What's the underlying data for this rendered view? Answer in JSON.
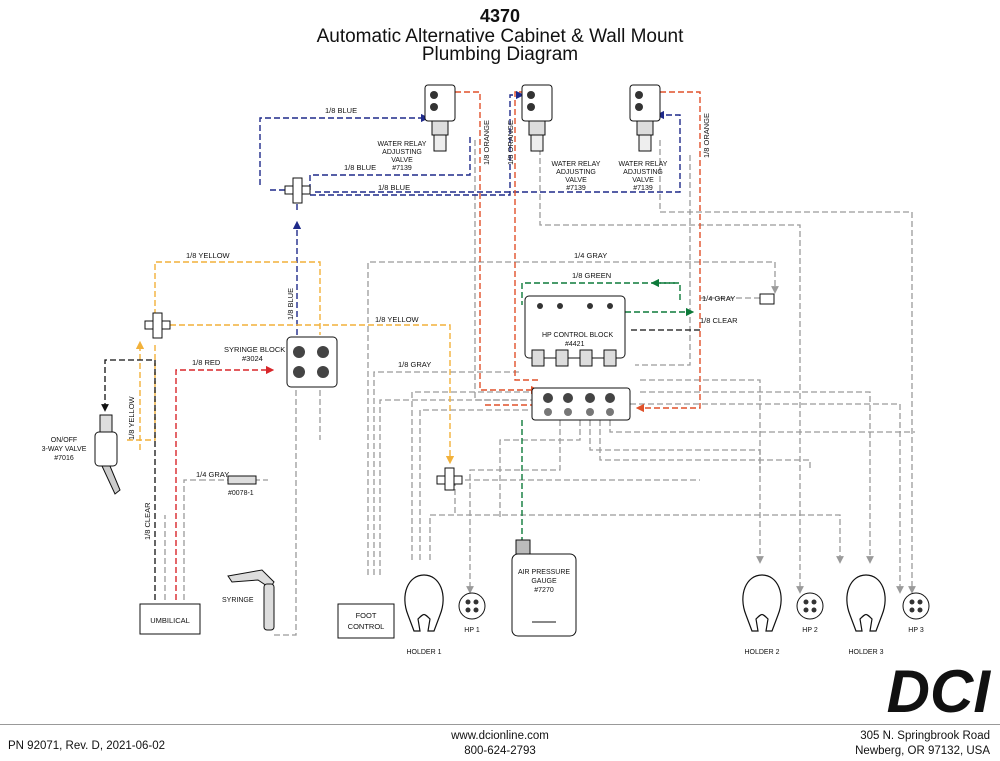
{
  "header": {
    "model": "4370",
    "title_line1": "Automatic Alternative Cabinet & Wall Mount",
    "title_line2": "Plumbing Diagram"
  },
  "colors": {
    "blue": "#1f2a8a",
    "orange": "#e0512a",
    "yellow": "#f2b13a",
    "red": "#d8262a",
    "green": "#0d7a3a",
    "gray": "#9a9a9a",
    "black": "#111111"
  },
  "tubes": {
    "blue1": "1/8 BLUE",
    "blue2": "1/8 BLUE",
    "blue3": "1/8 BLUE",
    "blue_vertical": "1/8 BLUE",
    "orange1": "1/8 ORANGE",
    "orange2": "1/8 ORANGE",
    "orange3": "1/8 ORANGE",
    "yellow_top": "1/8 YELLOW",
    "yellow_mid": "1/8 YELLOW",
    "yellow_left": "1/8 YELLOW",
    "red": "1/8 RED",
    "gray_quarter_top": "1/4 GRAY",
    "gray_eighth": "1/8 GRAY",
    "green": "1/8 GREEN",
    "gray_quarter_right": "1/4 GRAY",
    "clear_right": "1/8 CLEAR",
    "clear_left": "1/8 CLEAR",
    "gray_quarter_left": "1/4 GRAY"
  },
  "components": {
    "relay1": [
      "WATER RELAY",
      "ADJUSTING",
      "VALVE",
      "#7139"
    ],
    "relay2": [
      "WATER RELAY",
      "ADJUSTING",
      "VALVE",
      "#7139"
    ],
    "relay3": [
      "WATER RELAY",
      "ADJUSTING",
      "VALVE",
      "#7139"
    ],
    "syringe_block": [
      "SYRINGE BLOCK",
      "#3024"
    ],
    "hp_control_block": [
      "HP CONTROL BLOCK",
      "#4421"
    ],
    "onoff_valve": [
      "ON/OFF",
      "3-WAY VALVE",
      "#7016"
    ],
    "fitting": "#0078-1",
    "syringe": "SYRINGE",
    "umbilical": "UMBILICAL",
    "foot_control": [
      "FOOT",
      "CONTROL"
    ],
    "air_gauge": [
      "AIR PRESSURE",
      "GAUGE",
      "#7270"
    ],
    "holder1": "HOLDER 1",
    "holder2": "HOLDER 2",
    "holder3": "HOLDER 3",
    "hp1": "HP 1",
    "hp2": "HP 2",
    "hp3": "HP 3"
  },
  "footer": {
    "part_number": "PN 92071, Rev. D, 2021-06-02",
    "website": "www.dcionline.com",
    "phone": "800-624-2793",
    "address1": "305 N. Springbrook Road",
    "address2": "Newberg, OR 97132, USA",
    "logo": "DCI"
  }
}
